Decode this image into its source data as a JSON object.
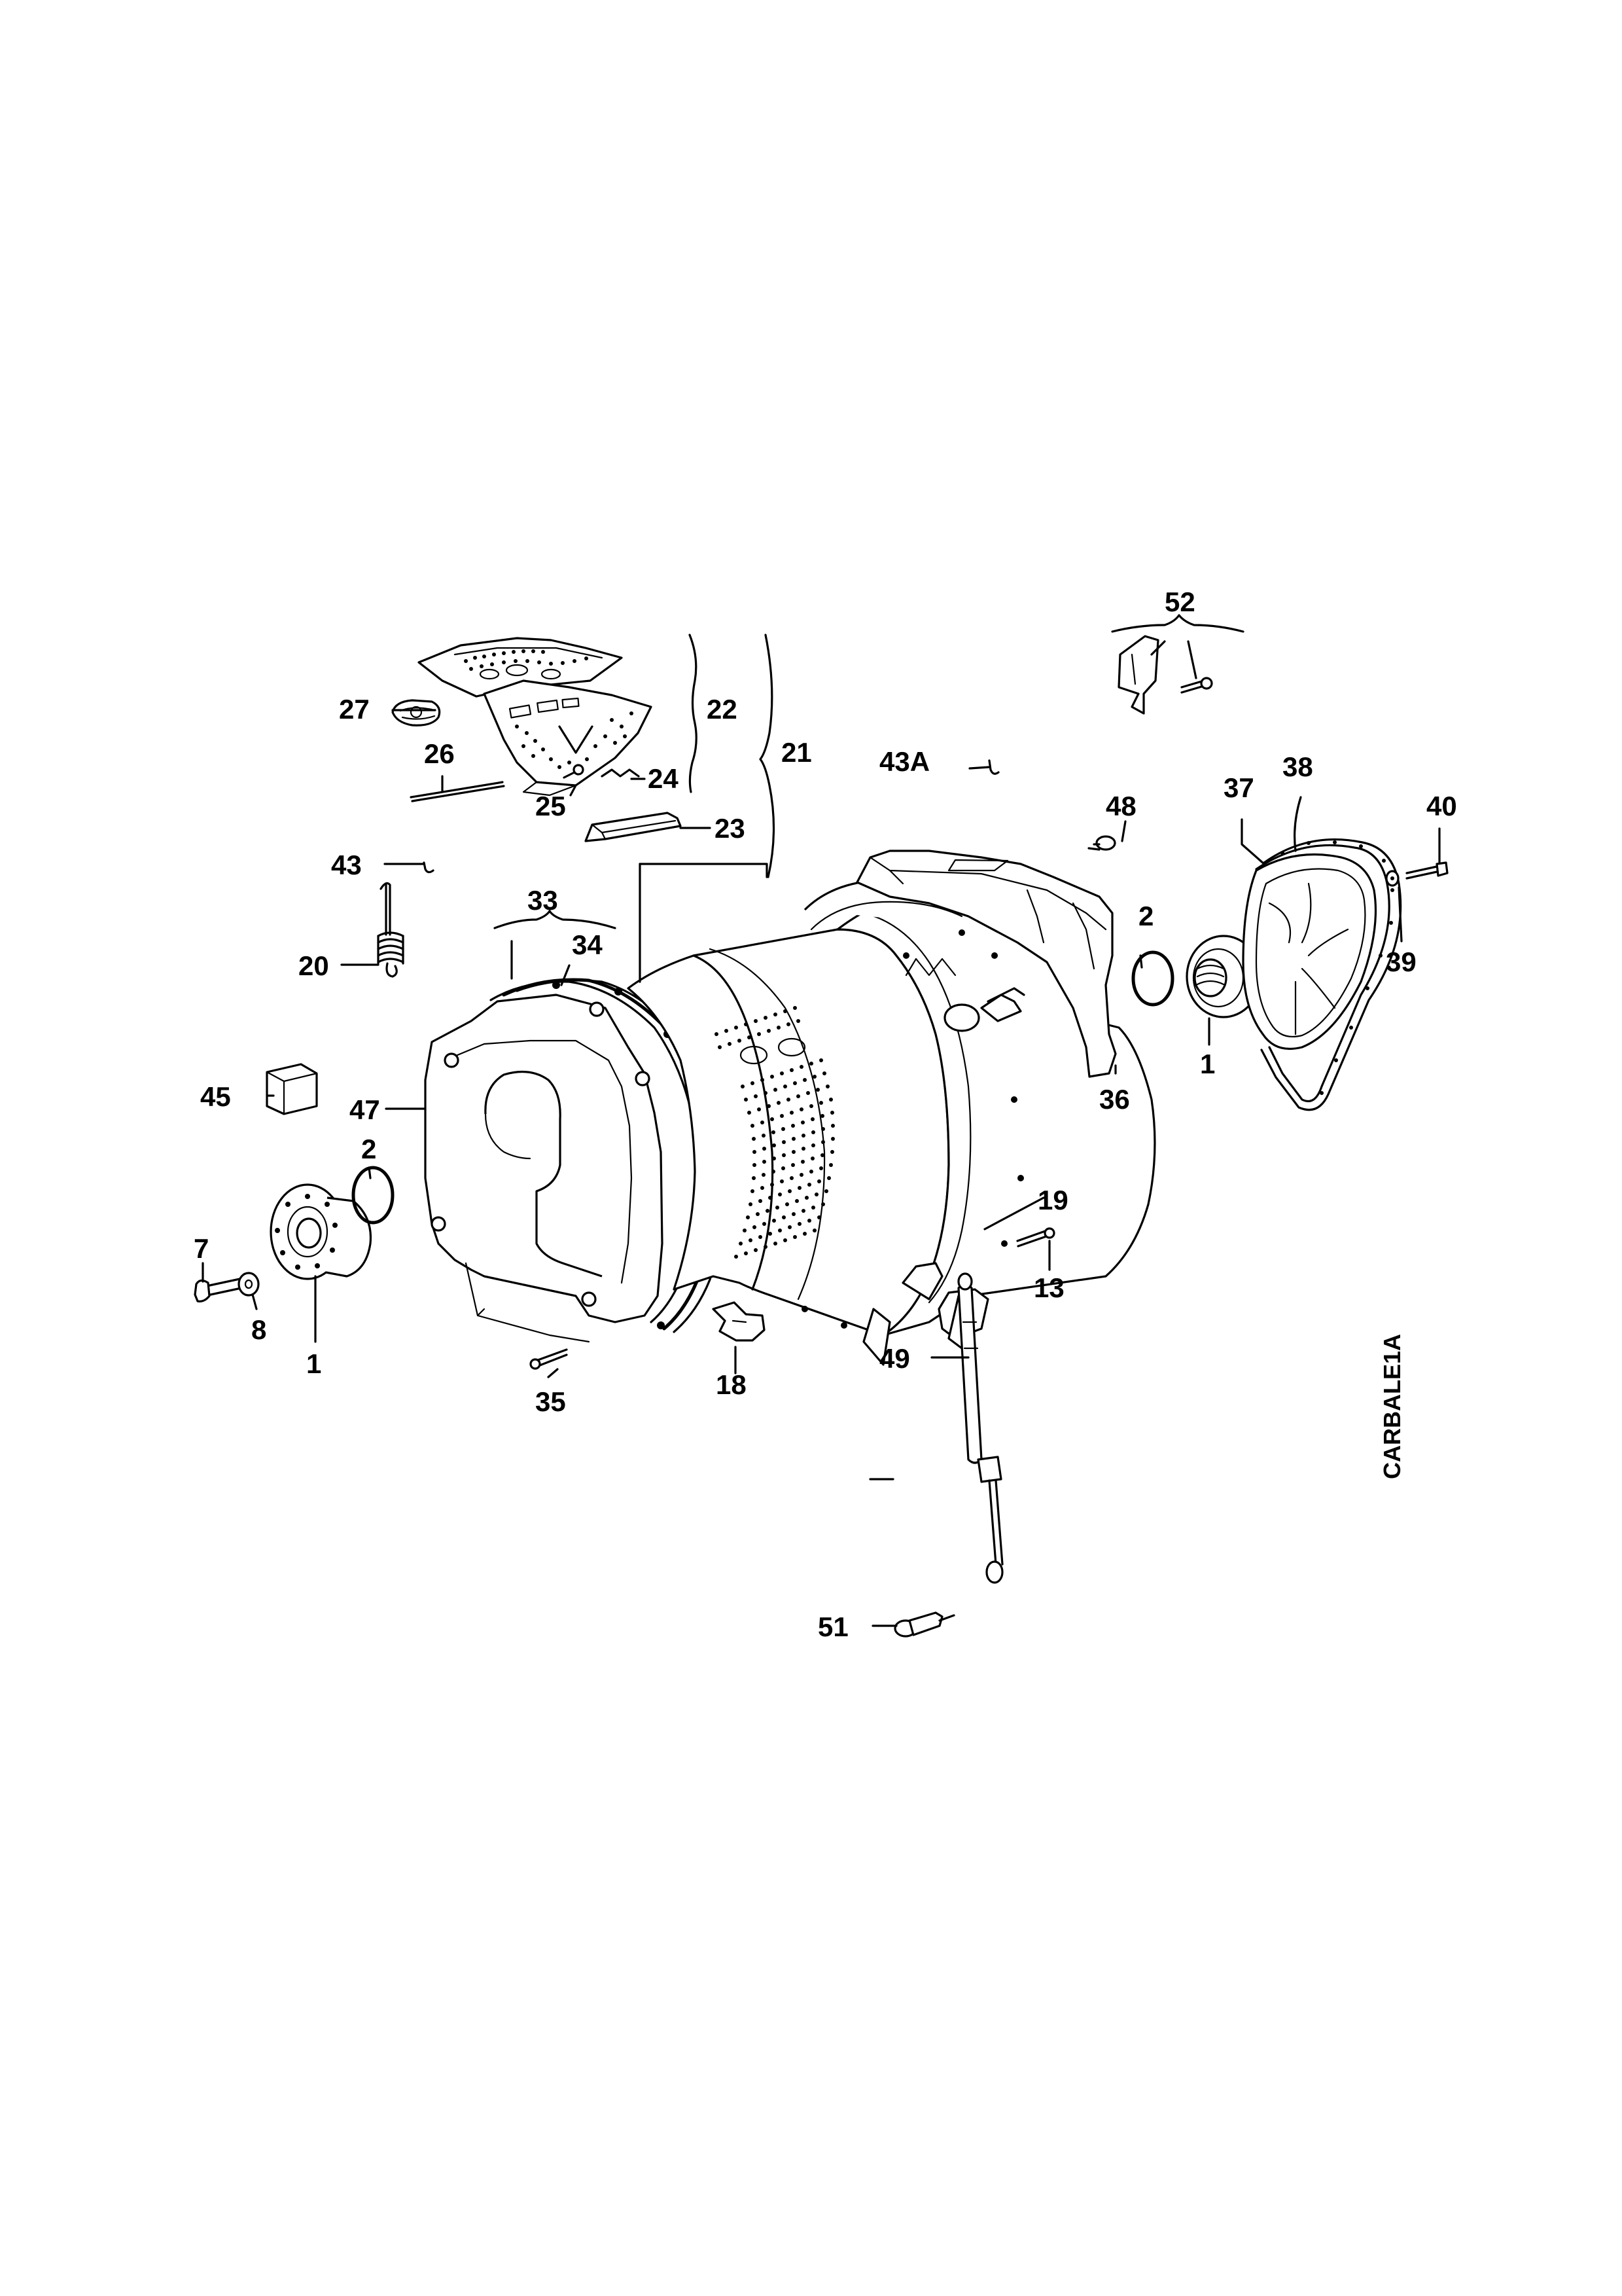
{
  "diagram_code": "CARBALE1A",
  "labels": {
    "p1_front": "1",
    "p1_rear": "1",
    "p2_front": "2",
    "p2_rear": "2",
    "p7": "7",
    "p8": "8",
    "p13": "13",
    "p18": "18",
    "p19": "19",
    "p20": "20",
    "p21": "21",
    "p22": "22",
    "p23": "23",
    "p24": "24",
    "p25": "25",
    "p26": "26",
    "p27": "27",
    "p33": "33",
    "p34": "34",
    "p35": "35",
    "p36": "36",
    "p37": "37",
    "p38": "38",
    "p39": "39",
    "p40": "40",
    "p43": "43",
    "p43a": "43A",
    "p45": "45",
    "p47": "47",
    "p48": "48",
    "p49": "49",
    "p51": "51",
    "p52": "52"
  }
}
